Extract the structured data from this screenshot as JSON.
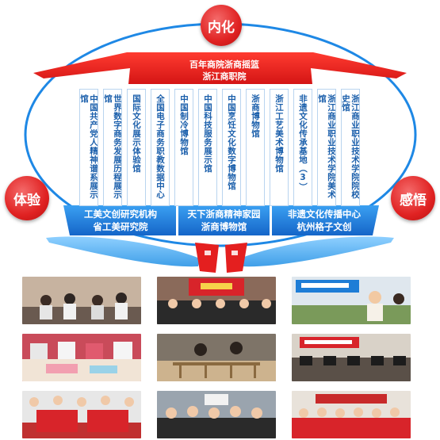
{
  "badges": {
    "top": "内化",
    "left": "体验",
    "right": "感悟"
  },
  "title": {
    "line1": "百年商院浙商摇篮",
    "line2": "浙江商职院"
  },
  "pillars": [
    "中国共产党人精神谱系展示馆",
    "世界数字商务发展历程展示馆",
    "国际文化展示体验馆",
    "全国电子商务职教数据中心",
    "中国制冷博物馆",
    "中国科技服务展示馆",
    "中国烹饪文化数字博物馆",
    "浙商博物馆",
    "浙江工艺美术博物馆",
    "非遗文化传承基地（3）",
    "浙江商业职业技术学院美术馆",
    "浙江商业职业技术学院院校史馆"
  ],
  "platforms": [
    {
      "line1": "工美文创研究机构",
      "line2": "省工美研究院"
    },
    {
      "line1": "天下浙商精神家园",
      "line2": "浙商博物馆"
    },
    {
      "line1": "非遗文化传播中心",
      "line2": "杭州格子文创"
    }
  ],
  "colors": {
    "red": "#e41f1f",
    "blue": "#1e88e5",
    "light_blue": "#5ab0f0",
    "pillar_text": "#1b5fab"
  },
  "photos": [
    "classroom-photo",
    "ceremony-photo",
    "training-practice-photo",
    "workshop-table-photo",
    "craft-model-photo",
    "computer-lab-photo",
    "volunteer-group-photo",
    "student-group-photo",
    "red-vest-group-photo"
  ]
}
